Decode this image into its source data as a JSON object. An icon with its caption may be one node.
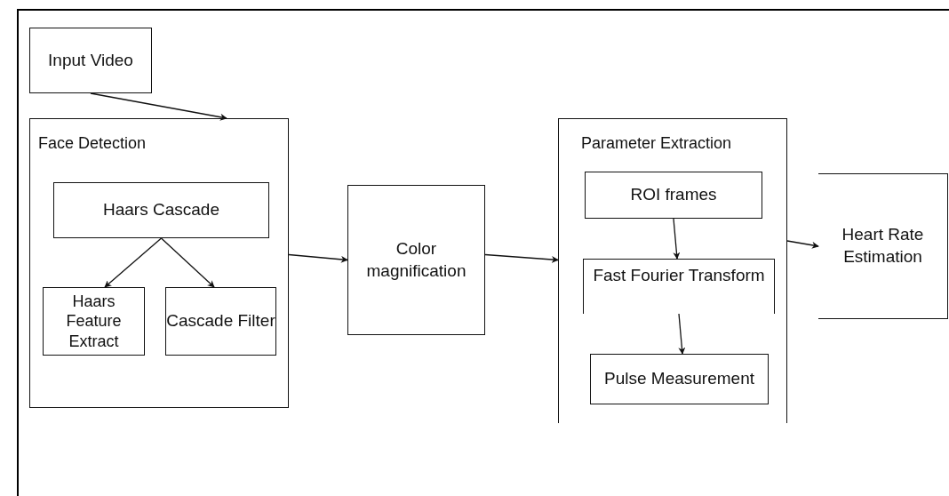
{
  "diagram": {
    "nodes": [
      {
        "text": [
          "Input Video"
        ]
      },
      {
        "text": [
          "Face Detection"
        ]
      },
      {
        "text": [
          "Haars Cascade"
        ],
        "in": 1
      },
      {
        "text": [
          "Haars Feature Extract"
        ],
        "in": 1
      },
      {
        "text": [
          "Cascade Filter"
        ],
        "in": 1
      },
      {
        "text": [
          "Color magnification"
        ]
      },
      {
        "text": [
          "Parameter Extraction"
        ]
      },
      {
        "text": [
          "ROI frames"
        ],
        "in": 6
      },
      {
        "text": [
          "Fast Fourier Transform"
        ],
        "in": 6
      },
      {
        "text": [
          "Pulse Measurement"
        ],
        "in": 6
      },
      {
        "text": [
          "Heart Rate Estimation"
        ]
      }
    ],
    "edges": [
      {
        "from": 0,
        "to": 1,
        "arrow": "to"
      },
      {
        "from": 2,
        "to": 3,
        "arrow": "to"
      },
      {
        "from": 2,
        "to": 4,
        "arrow": "to"
      },
      {
        "from": 1,
        "to": 5,
        "arrow": "to"
      },
      {
        "from": 5,
        "to": 6,
        "arrow": "to"
      },
      {
        "from": 7,
        "to": 8,
        "arrow": "to"
      },
      {
        "from": 8,
        "to": 9,
        "arrow": "to"
      },
      {
        "from": 6,
        "to": 10,
        "arrow": "to"
      }
    ]
  }
}
